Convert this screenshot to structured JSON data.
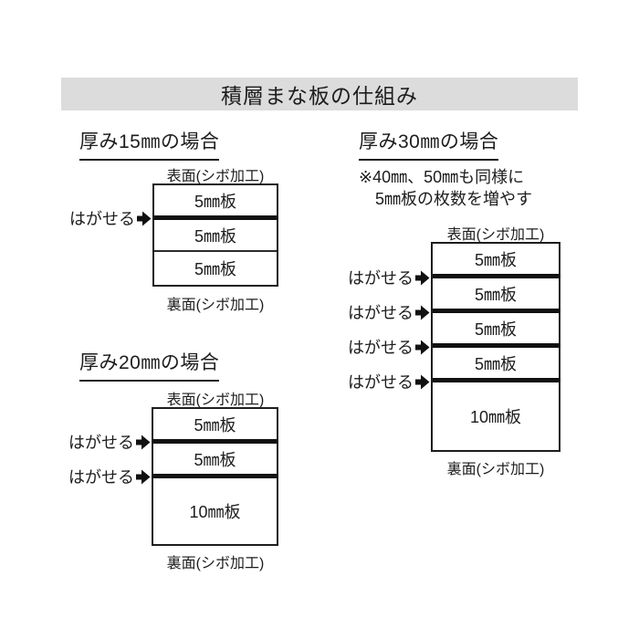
{
  "title": "積層まな板の仕組み",
  "colors": {
    "bar_bg": "#dcdcdc",
    "ink": "#1d1d1d"
  },
  "sections": {
    "s15": {
      "heading": "厚み15㎜の場合",
      "surface_label": "表面(シボ加工)",
      "back_label": "裏面(シボ加工)",
      "peel_label": "はがせる",
      "layers": [
        "5㎜板",
        "5㎜板",
        "5㎜板"
      ]
    },
    "s20": {
      "heading": "厚み20㎜の場合",
      "surface_label": "表面(シボ加工)",
      "back_label": "裏面(シボ加工)",
      "peel_label": "はがせる",
      "layers": [
        "5㎜板",
        "5㎜板",
        "10㎜板"
      ]
    },
    "s30": {
      "heading": "厚み30㎜の場合",
      "note_line1": "※40㎜、50㎜も同様に",
      "note_line2": "5㎜板の枚数を増やす",
      "surface_label": "表面(シボ加工)",
      "back_label": "裏面(シボ加工)",
      "peel_label": "はがせる",
      "layers": [
        "5㎜板",
        "5㎜板",
        "5㎜板",
        "5㎜板",
        "10㎜板"
      ]
    }
  }
}
